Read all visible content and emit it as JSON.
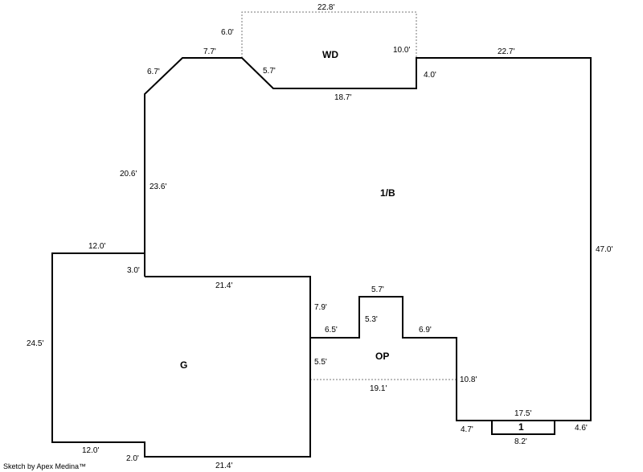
{
  "areas": {
    "wd": "WD",
    "main": "1/B",
    "garage": "G",
    "porch": "OP",
    "small": "1"
  },
  "dimensions": {
    "wd_top": "22.8'",
    "wd_left": "6.0'",
    "wd_right": "10.0'",
    "wd_diag": "5.7'",
    "wd_bottom": "18.7'",
    "top_left_seg": "7.7'",
    "top_left_diag": "6.7'",
    "top_right": "22.7'",
    "notch_right": "4.0'",
    "left_outer": "20.6'",
    "left_inner": "23.6'",
    "right_side": "47.0'",
    "g_top_left": "12.0'",
    "g_step": "3.0'",
    "g_left": "24.5'",
    "g_top": "21.4'",
    "g_bottom_left": "12.0'",
    "g_bottom_step": "2.0'",
    "g_bottom": "21.4'",
    "g_right_upper": "7.9'",
    "g_right_lower": "5.5'",
    "op_left": "6.5'",
    "op_top": "5.7'",
    "op_inner_left": "5.3'",
    "op_right": "6.9'",
    "op_bottom": "19.1'",
    "op_side": "10.8'",
    "bottom_right": "17.5'",
    "bottom_left_small": "4.7'",
    "bottom_right_small": "4.6'",
    "small_width": "8.2'"
  },
  "credit": "Sketch by Apex Medina™"
}
